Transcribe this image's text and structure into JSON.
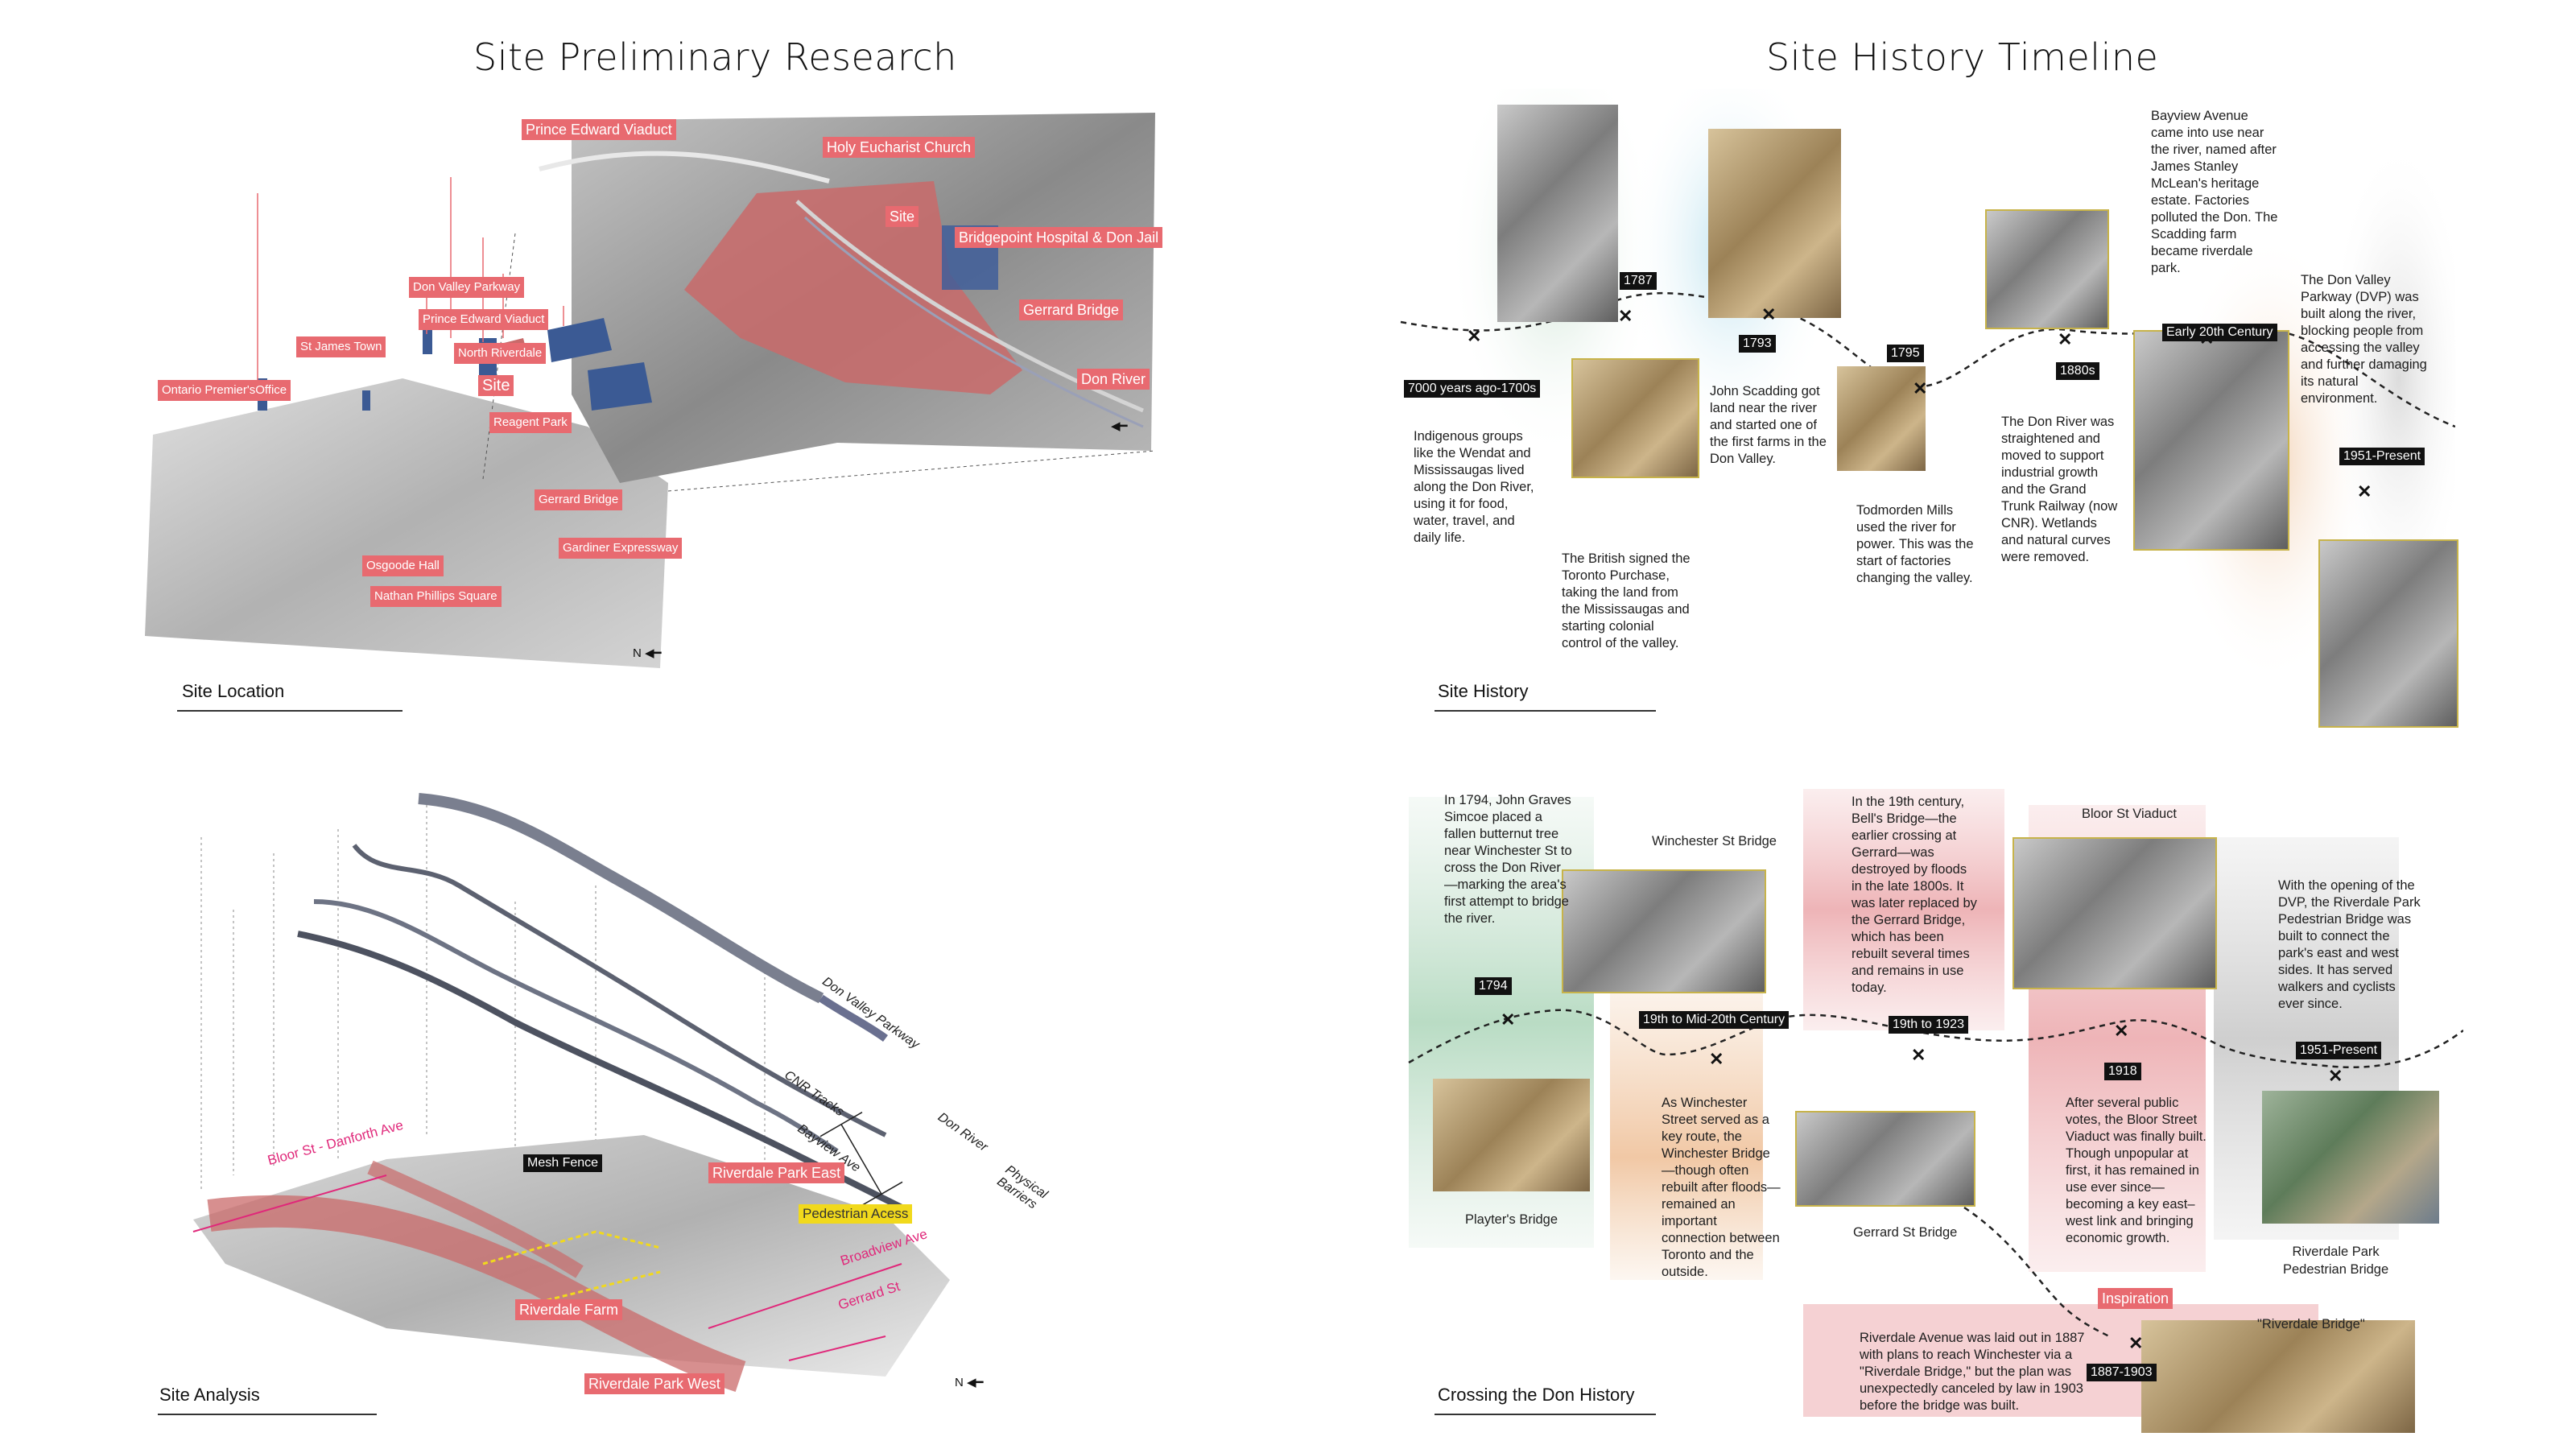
{
  "titles": {
    "left": "Site Preliminary Research",
    "right": "Site History Timeline"
  },
  "captions": {
    "site_location": "Site Location",
    "site_history": "Site History",
    "site_analysis": "Site Analysis",
    "crossing": "Crossing the Don History"
  },
  "site_location": {
    "zoom_labels": {
      "prince_edward_viaduct": "Prince Edward Viaduct",
      "holy_eucharist": "Holy Eucharist Church",
      "site": "Site",
      "bridgepoint": "Bridgepoint Hospital & Don Jail",
      "gerrard_bridge": "Gerrard Bridge",
      "don_river": "Don River"
    },
    "map_labels": {
      "don_valley_parkway": "Don Valley Parkway",
      "prince_edward_viaduct": "Prince Edward Viaduct",
      "st_james_town": "St James Town",
      "north_riverdale": "North Riverdale",
      "ontario_premier": "Ontario Premier'sOffice",
      "site": "Site",
      "reagent_park": "Reagent Park",
      "gerrard_bridge": "Gerrard Bridge",
      "gardiner": "Gardiner Expressway",
      "osgoode": "Osgoode Hall",
      "nathan_phillips": "Nathan Phillips  Square"
    },
    "north": "N"
  },
  "site_history": {
    "dates": {
      "d1": "7000 years ago-1700s",
      "d2": "1787",
      "d3": "1793",
      "d4": "1795",
      "d5": "1880s",
      "d6": "Early 20th Century",
      "d7": "1951-Present"
    },
    "texts": {
      "t1": "Indigenous groups like the Wendat and Mississaugas lived along the Don River, using it for food, water, travel, and daily life.",
      "t2": "The British signed the Toronto Purchase, taking the land from the Mississaugas and starting colonial control of the valley.",
      "t3": "John Scadding got land near the river and started one of the first farms in the Don Valley.",
      "t4": "Todmorden Mills used the river for power. This was the start of factories changing the valley.",
      "t5": "The Don River was straightened and moved to support industrial growth and the Grand Trunk Railway (now CNR). Wetlands and natural curves were removed.",
      "t6": "Bayview Avenue came into use near the river, named after James Stanley McLean's heritage estate. Factories polluted the Don. The Scadding farm became riverdale park.",
      "t7": "The Don Valley Parkway (DVP) was built along the river, blocking people from accessing the valley and further damaging its natural environment."
    }
  },
  "site_analysis": {
    "layers": {
      "dvp": "Don Valley Parkway",
      "cnr": "CNR Tracks",
      "bayview": "Bayview Ave",
      "don_river": "Don River"
    },
    "physical_barriers": "Physical Barriers",
    "labels": {
      "bloor": "Bloor St - Danforth Ave",
      "broadview": "Broadview Ave",
      "gerrard": "Gerrard St",
      "mesh_fence": "Mesh Fence",
      "riverdale_park_east": "Riverdale Park East",
      "pedestrian_access": "Pedestrian Acess",
      "riverdale_farm": "Riverdale Farm",
      "riverdale_park_west": "Riverdale Park West"
    },
    "north": "N"
  },
  "crossing": {
    "dates": {
      "d1": "1794",
      "d2": "19th to Mid-20th Century",
      "d3": "19th to 1923",
      "d4": "1918",
      "d5": "1951-Present",
      "d6": "1887-1903"
    },
    "inspiration": "Inspiration",
    "labels": {
      "winchester": "Winchester St Bridge",
      "bloor_viaduct": "Bloor St Viaduct",
      "playter": "Playter's Bridge",
      "gerrard": "Gerrard St Bridge",
      "riverdale_ped": "Riverdale Park\nPedestrian Bridge",
      "riverdale_bridge": "\"Riverdale Bridge\""
    },
    "texts": {
      "t1": "In 1794, John Graves Simcoe placed a fallen butternut tree near Winchester St to cross the Don River—marking the area's first attempt to bridge the river.",
      "t2": "In the 19th century, Bell's Bridge—the earlier crossing at Gerrard—was destroyed by floods in the late 1800s. It was later replaced by the Gerrard Bridge, which has been rebuilt several times and remains in use today.",
      "t3": "With the opening of the DVP, the Riverdale Park Pedestrian Bridge was built to connect the park's east and west sides. It has served walkers and cyclists ever since.",
      "t4": "As Winchester Street served as a key route, the Winchester Bridge—though often rebuilt after floods—remained an important connection between Toronto and the outside.",
      "t5": "After several public votes, the Bloor Street Viaduct was finally built. Though unpopular at first, it has remained in use ever since—becoming a key east–west link and bringing economic growth.",
      "t6": "Riverdale Avenue was laid out in 1887 with plans to reach Winchester via a \"Riverdale Bridge,\" but the plan was unexpectedly canceled by law in 1903 before the bridge was built."
    }
  },
  "colors": {
    "accent_red": "#e86a70",
    "site_fill": "#c96a6a",
    "timeline_green": "#cfe5d6",
    "timeline_blue": "#bfe3ef",
    "timeline_peach": "#f3d4b8",
    "timeline_pink": "#f2c6c8",
    "timeline_grey": "#dcdcdc"
  }
}
